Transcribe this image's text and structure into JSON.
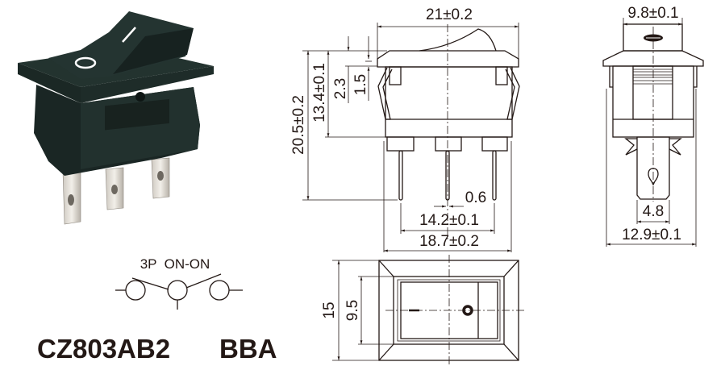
{
  "product": {
    "model": "CZ803AB2",
    "variant": "BBA",
    "circuit_label": "3P  ON-ON",
    "rocker_symbols": {
      "on": "I",
      "off": "O"
    }
  },
  "front_view": {
    "width": "21±0.2",
    "total_height": "20.5±0.2",
    "body_height": "13.4±0.1",
    "flange_height": "2.3",
    "flange_thickness": "1.5",
    "pin_thickness": "0.6",
    "pin_span": "14.2±0.1",
    "body_width": "18.7±0.2"
  },
  "side_view": {
    "rocker_width": "9.8±0.1",
    "terminal_width": "4.8",
    "body_depth": "12.9±0.1"
  },
  "bottom_view": {
    "height_outer": "15",
    "height_inner": "9.5"
  },
  "colors": {
    "line": "#231815",
    "housing": "#1d2b28"
  }
}
